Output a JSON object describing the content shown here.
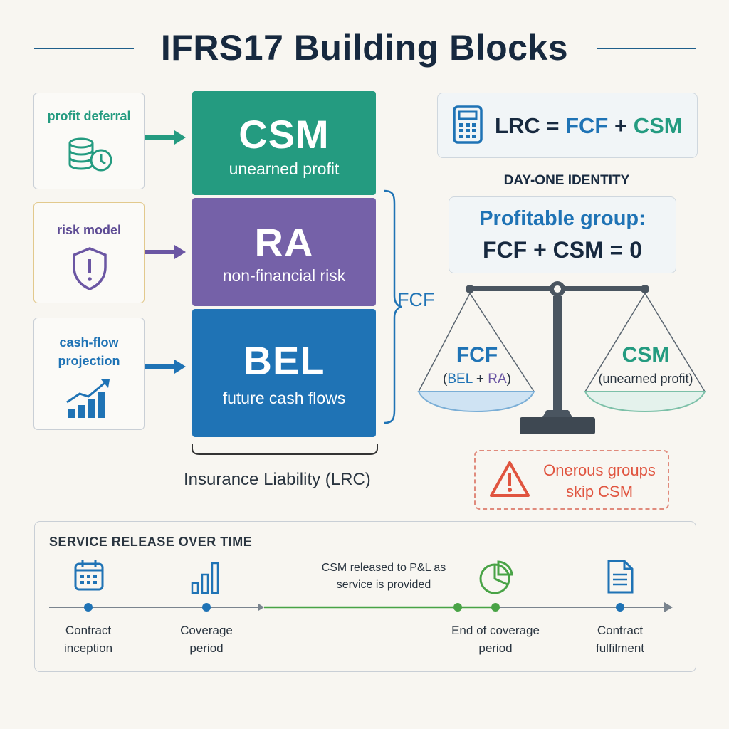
{
  "title": "IFRS17 Building Blocks",
  "blocks": {
    "csm": {
      "code": "CSM",
      "subtitle": "unearned profit",
      "color": "#249b80",
      "driver": "profit deferral",
      "driver_color": "#249b80",
      "icon": "coins-clock-icon"
    },
    "ra": {
      "code": "RA",
      "subtitle": "non-financial risk",
      "color": "#7561a8",
      "driver": "risk model",
      "driver_color": "#5d4b94",
      "icon": "shield-alert-icon"
    },
    "bel": {
      "code": "BEL",
      "subtitle": "future cash flows",
      "color": "#1f73b5",
      "driver_line1": "cash-flow",
      "driver_line2": "projection",
      "driver_color": "#1f73b5",
      "icon": "growth-chart-icon"
    }
  },
  "fcf_brace_label": "FCF",
  "liability_label": "Insurance Liability (LRC)",
  "formula": {
    "lhs": "LRC =",
    "fcf": "FCF",
    "plus": "+",
    "csm": "CSM",
    "icon": "calculator-icon"
  },
  "identity": {
    "heading": "DAY-ONE IDENTITY",
    "line1": "Profitable group:",
    "line2": "FCF + CSM = 0"
  },
  "scale": {
    "left_title": "FCF",
    "left_sub_open": "(",
    "left_bel": "BEL",
    "left_plus": "+",
    "left_ra": "RA",
    "left_sub_close": ")",
    "right_title": "CSM",
    "right_sub": "(unearned profit)",
    "icon": "balance-scale-icon"
  },
  "warning": {
    "line1": "Onerous groups",
    "line2": "skip CSM",
    "color": "#e0543f",
    "icon": "warning-icon"
  },
  "timeline": {
    "heading": "SERVICE RELEASE OVER TIME",
    "note_line1": "CSM released to P&L as",
    "note_line2": "service is provided",
    "milestones": [
      {
        "line1": "Contract",
        "line2": "inception",
        "icon": "calendar-icon"
      },
      {
        "line1": "Coverage",
        "line2": "period",
        "icon": "bar-chart-icon"
      },
      {
        "line1": "End of coverage",
        "line2": "period",
        "icon": "pie-chart-icon"
      },
      {
        "line1": "Contract",
        "line2": "fulfilment",
        "icon": "document-icon"
      }
    ]
  },
  "colors": {
    "green": "#249b80",
    "purple": "#7561a8",
    "blue": "#1f73b5",
    "navy": "#17293f",
    "red": "#e0543f"
  }
}
